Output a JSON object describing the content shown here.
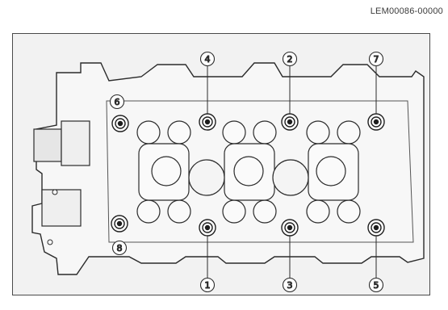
{
  "figure_ref": "LEM00086-00000",
  "callouts": [
    {
      "number": "1"
    },
    {
      "number": "2"
    },
    {
      "number": "3"
    },
    {
      "number": "4"
    },
    {
      "number": "5"
    },
    {
      "number": "6"
    },
    {
      "number": "7"
    },
    {
      "number": "8"
    }
  ],
  "colors": {
    "line": "#2b2b2b",
    "fill_light": "#f7f7f7",
    "background": "#f2f2f2"
  }
}
